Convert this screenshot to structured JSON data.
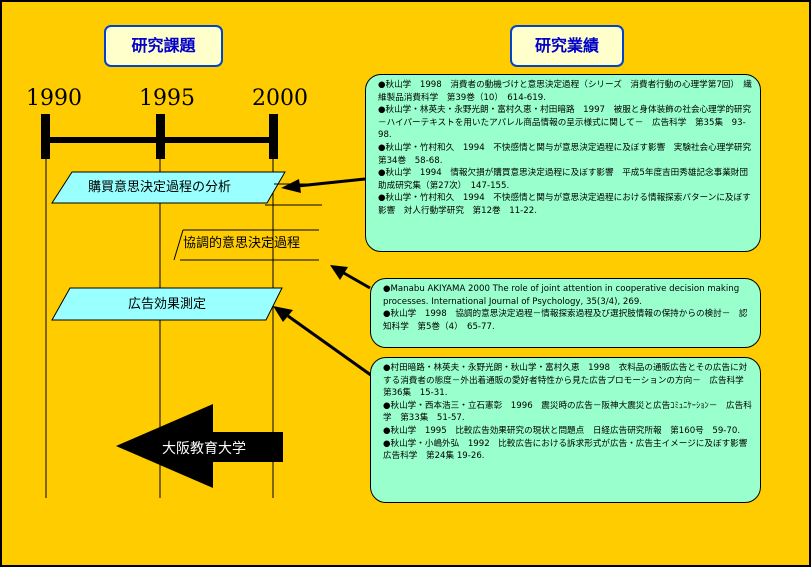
{
  "headers": {
    "topics": "研究課題",
    "achievements": "研究業績"
  },
  "years": [
    "1990",
    "1995",
    "2000"
  ],
  "topics": [
    "購買意思決定過程の分析",
    "協調的意思決定過程",
    "広告効果測定"
  ],
  "arrow_label": "大阪教育大学",
  "publications": {
    "box1": [
      "●秋山学　1998　消費者の動機づけと意思決定過程（シリーズ　消費者行動の心理学第7回）　繊維製品消費科学　第39巻（10）　614-619.",
      "●秋山学・林英夫・永野光朗・富村久恵・村田暗路　1997　被服と身体装飾の社会心理学的研究－ハイパーテキストを用いたアパレル商品情報の呈示様式に関して－　広告科学　第35集　93-98.",
      "●秋山学・竹村和久　1994　不快感情と関与が意思決定過程に及ぼす影響　実験社会心理学研究　第34巻　58-68.",
      "●秋山学　1994　情報欠損が購買意思決定過程に及ぼす影響　平成5年度吉田秀雄記念事業財団助成研究集（第27次）　147-155.",
      "●秋山学・竹村和久　1994　不快感情と関与が意思決定過程における情報探索パターンに及ぼす影響　対人行動学研究　第12巻　11-22."
    ],
    "box2": [
      "●Manabu AKIYAMA 2000 The role of joint attention in cooperative decision making processes. International Journal of Psychology, 35(3/4), 269.",
      "●秋山学　1998　協調的意思決定過程－情報探索過程及び選択肢情報の保持からの検討－　認知科学　第5巻（4）　65-77."
    ],
    "box3": [
      "●村田暗路・林英夫・永野光朗・秋山学・富村久恵　1998　衣料品の通販広告とその広告に対する消費者の態度－外出着通販の愛好者特性から見た広告プロモーションの方向－　広告科学　第36集　15-31.",
      "●秋山学・西本浩三・立石憲彰　1996　震災時の広告－阪神大震災と広告ｺﾐｭﾆｹｰｼｮﾝ－　広告科学　第33集　51-57.",
      "●秋山学　1995　比較広告効果研究の現状と問題点　日経広告研究所報　第160号　59-70.",
      "●秋山学・小嶋外弘　1992　比較広告における訴求形式が広告・広告主イメージに及ぼす影響　広告科学　第24集 19-26."
    ]
  },
  "colors": {
    "background": "#ffcc00",
    "frame": "#000000",
    "parallelogram": "#99ffff",
    "citation_box": "#99ffcc",
    "header_pill": "#ffffcc",
    "header_text": "#0000cc",
    "arrow": "#000000"
  }
}
